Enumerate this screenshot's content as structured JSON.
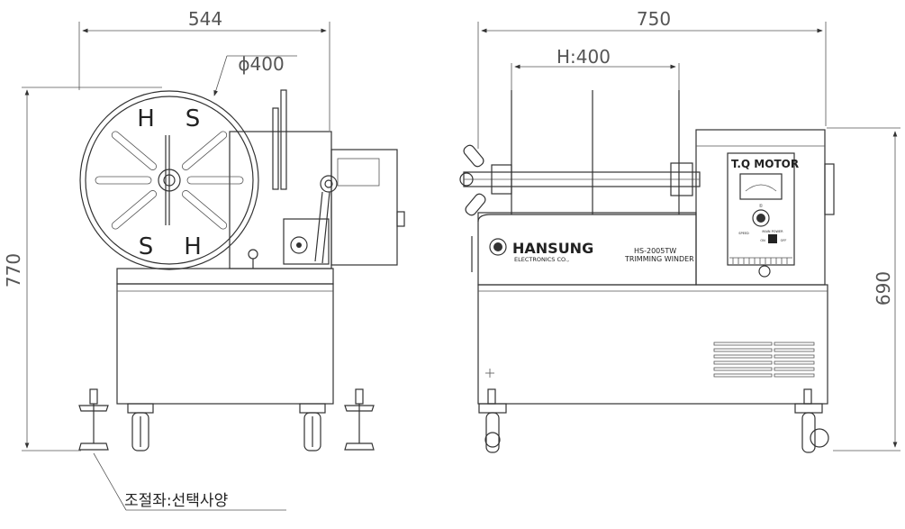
{
  "dimensions": {
    "front_width": "544",
    "diameter": "ϕ400",
    "front_height": "770",
    "side_width": "750",
    "guide_height": "H:400",
    "side_height": "690"
  },
  "panel": {
    "motor_label": "T.Q MOTOR",
    "dial_mark": "①",
    "switch_left": "SPEED",
    "switch_right": "MAIN POWER",
    "on_label": "ON",
    "off_label": "OFF"
  },
  "brand": {
    "name": "HANSUNG",
    "subtitle": "ELECTRONICS CO.,",
    "model": "HS-2005TW",
    "product": "TRIMMING WINDER"
  },
  "reel_letters": [
    "H",
    "S",
    "S",
    "H"
  ],
  "note": "조절좌:선택사양"
}
